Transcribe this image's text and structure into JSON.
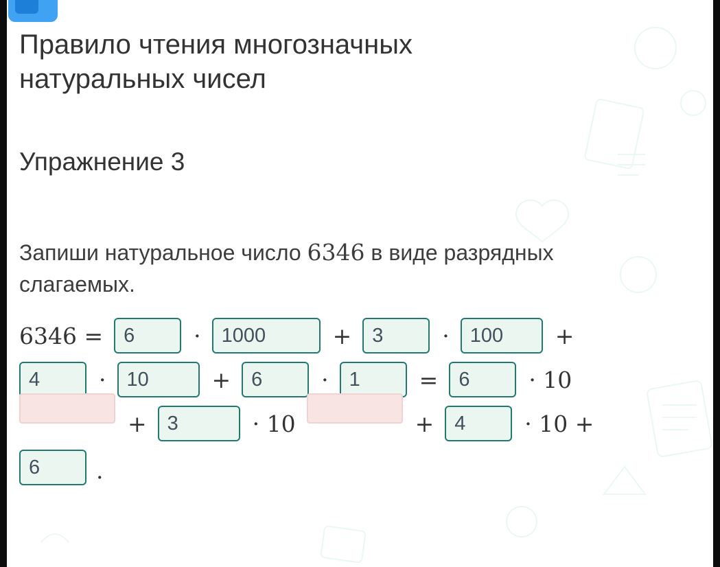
{
  "header": {
    "title_line1": "Правило чтения многозначных",
    "title_line2": "натуральных чисел",
    "exercise": "Упражнение 3"
  },
  "task": {
    "pre": "Запиши натуральное число ",
    "num": "6346",
    "post": " в виде разрядных",
    "line2": "слагаемых."
  },
  "colors": {
    "input_border": "#1f7a6f",
    "input_bg": "#ebf6f1",
    "blank_bg": "#f9e4e4",
    "blank_border": "#f1d2d2",
    "icon_blue": "#3fa2f2",
    "side_bar": "#0c0c0c"
  },
  "expression": {
    "rows": [
      {
        "tokens": [
          {
            "type": "math",
            "value": "6346 ="
          },
          {
            "type": "input",
            "value": "6",
            "size": "s"
          },
          {
            "type": "math",
            "value": "·"
          },
          {
            "type": "input",
            "value": "1000",
            "size": "l"
          },
          {
            "type": "math",
            "value": "+"
          },
          {
            "type": "input",
            "value": "3",
            "size": "s"
          },
          {
            "type": "math",
            "value": "·"
          },
          {
            "type": "input",
            "value": "100",
            "size": "m"
          },
          {
            "type": "math",
            "value": "+"
          }
        ]
      },
      {
        "tokens": [
          {
            "type": "input",
            "value": "4",
            "size": "s"
          },
          {
            "type": "math",
            "value": "·"
          },
          {
            "type": "input",
            "value": "10",
            "size": "m"
          },
          {
            "type": "math",
            "value": "+"
          },
          {
            "type": "input",
            "value": "6",
            "size": "s"
          },
          {
            "type": "math",
            "value": "·"
          },
          {
            "type": "input",
            "value": "1",
            "size": "s"
          },
          {
            "type": "math",
            "value": "="
          },
          {
            "type": "input",
            "value": "6",
            "size": "s"
          },
          {
            "type": "math",
            "value": "· 10"
          }
        ]
      },
      {
        "tokens": [
          {
            "type": "blank",
            "value": ""
          },
          {
            "type": "math",
            "value": "+"
          },
          {
            "type": "input",
            "value": "3",
            "size": "m"
          },
          {
            "type": "math",
            "value": "· 10"
          },
          {
            "type": "blank",
            "value": ""
          },
          {
            "type": "math",
            "value": "+"
          },
          {
            "type": "input",
            "value": "4",
            "size": "s"
          },
          {
            "type": "math",
            "value": "· 10 +"
          }
        ]
      },
      {
        "tokens": [
          {
            "type": "input",
            "value": "6",
            "size": "s"
          },
          {
            "type": "math",
            "value": "."
          }
        ]
      }
    ]
  }
}
